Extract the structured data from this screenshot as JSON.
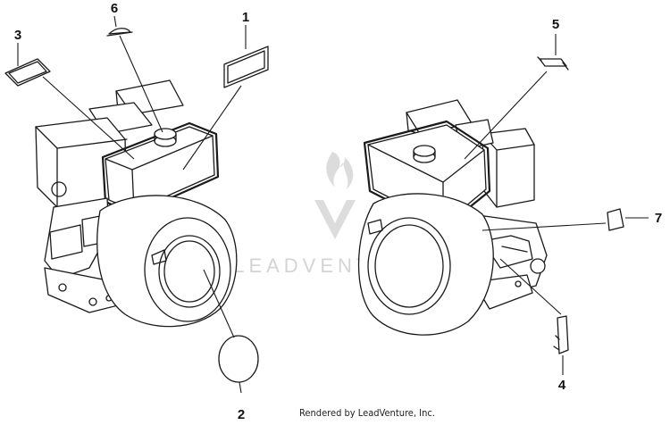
{
  "watermark": {
    "text": "LEADVENTURE"
  },
  "footer": {
    "text": "Rendered by LeadVenture, Inc."
  },
  "callouts": {
    "c1": "1",
    "c2": "2",
    "c3": "3",
    "c4": "4",
    "c5": "5",
    "c6": "6",
    "c7": "7"
  },
  "colors": {
    "line": "#1a1a1a",
    "watermark": "#d4d4d4",
    "background": "#ffffff"
  }
}
